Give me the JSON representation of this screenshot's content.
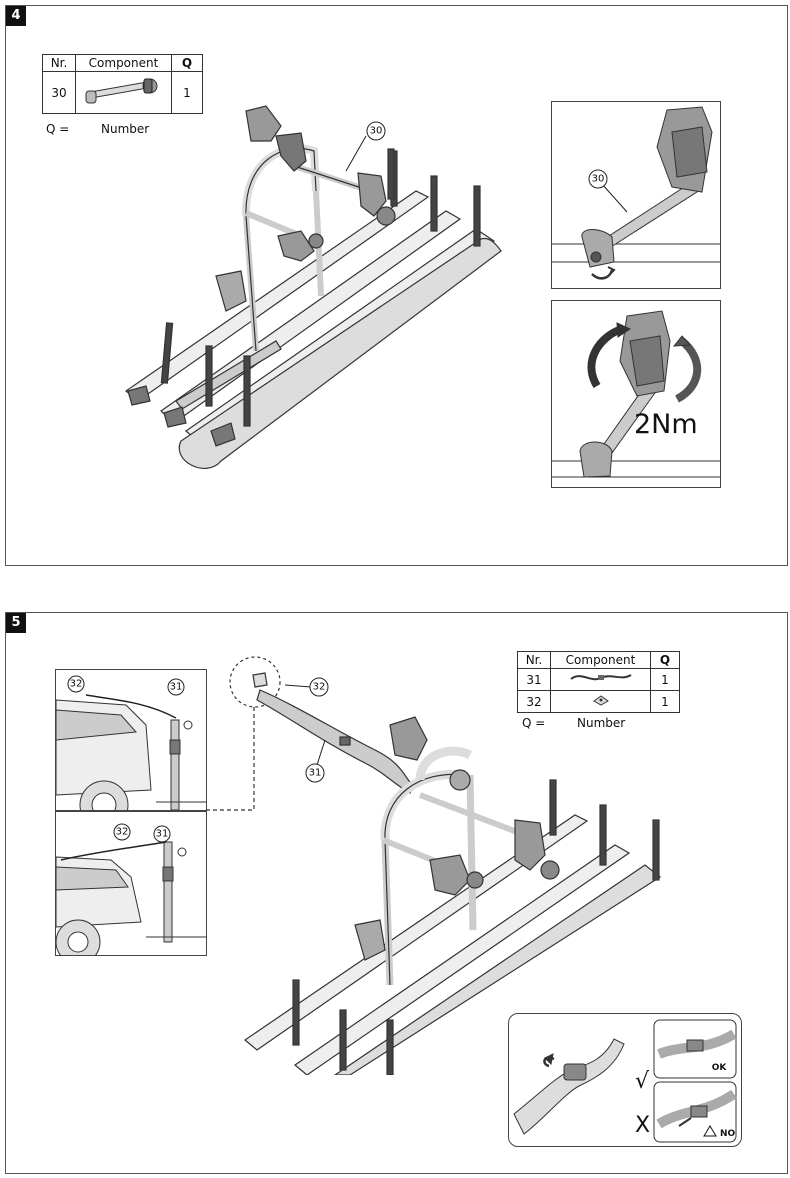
{
  "step4": {
    "number": "4",
    "parts_table": {
      "headers": [
        "Nr.",
        "Component",
        "Q"
      ],
      "rows": [
        {
          "nr": "30",
          "qty": "1",
          "icon": "clamp-arm-icon"
        }
      ]
    },
    "q_legend": {
      "label": "Q =",
      "value": "Number"
    },
    "callouts": {
      "main": "30",
      "detail": "30"
    },
    "torque": "2Nm"
  },
  "step5": {
    "number": "5",
    "parts_table": {
      "headers": [
        "Nr.",
        "Component",
        "Q"
      ],
      "rows": [
        {
          "nr": "31",
          "qty": "1",
          "icon": "strap-icon"
        },
        {
          "nr": "32",
          "qty": "1",
          "icon": "hook-plate-icon"
        }
      ]
    },
    "q_legend": {
      "label": "Q =",
      "value": "Number"
    },
    "callouts": {
      "strap_top": "32",
      "strap_bottom": "31",
      "car1_left": "32",
      "car1_right": "31",
      "car2_left": "32",
      "car2_right": "31"
    },
    "buckle": {
      "ok_mark": "√",
      "ok_label": "OK",
      "no_mark": "X",
      "no_label": "NO"
    }
  }
}
